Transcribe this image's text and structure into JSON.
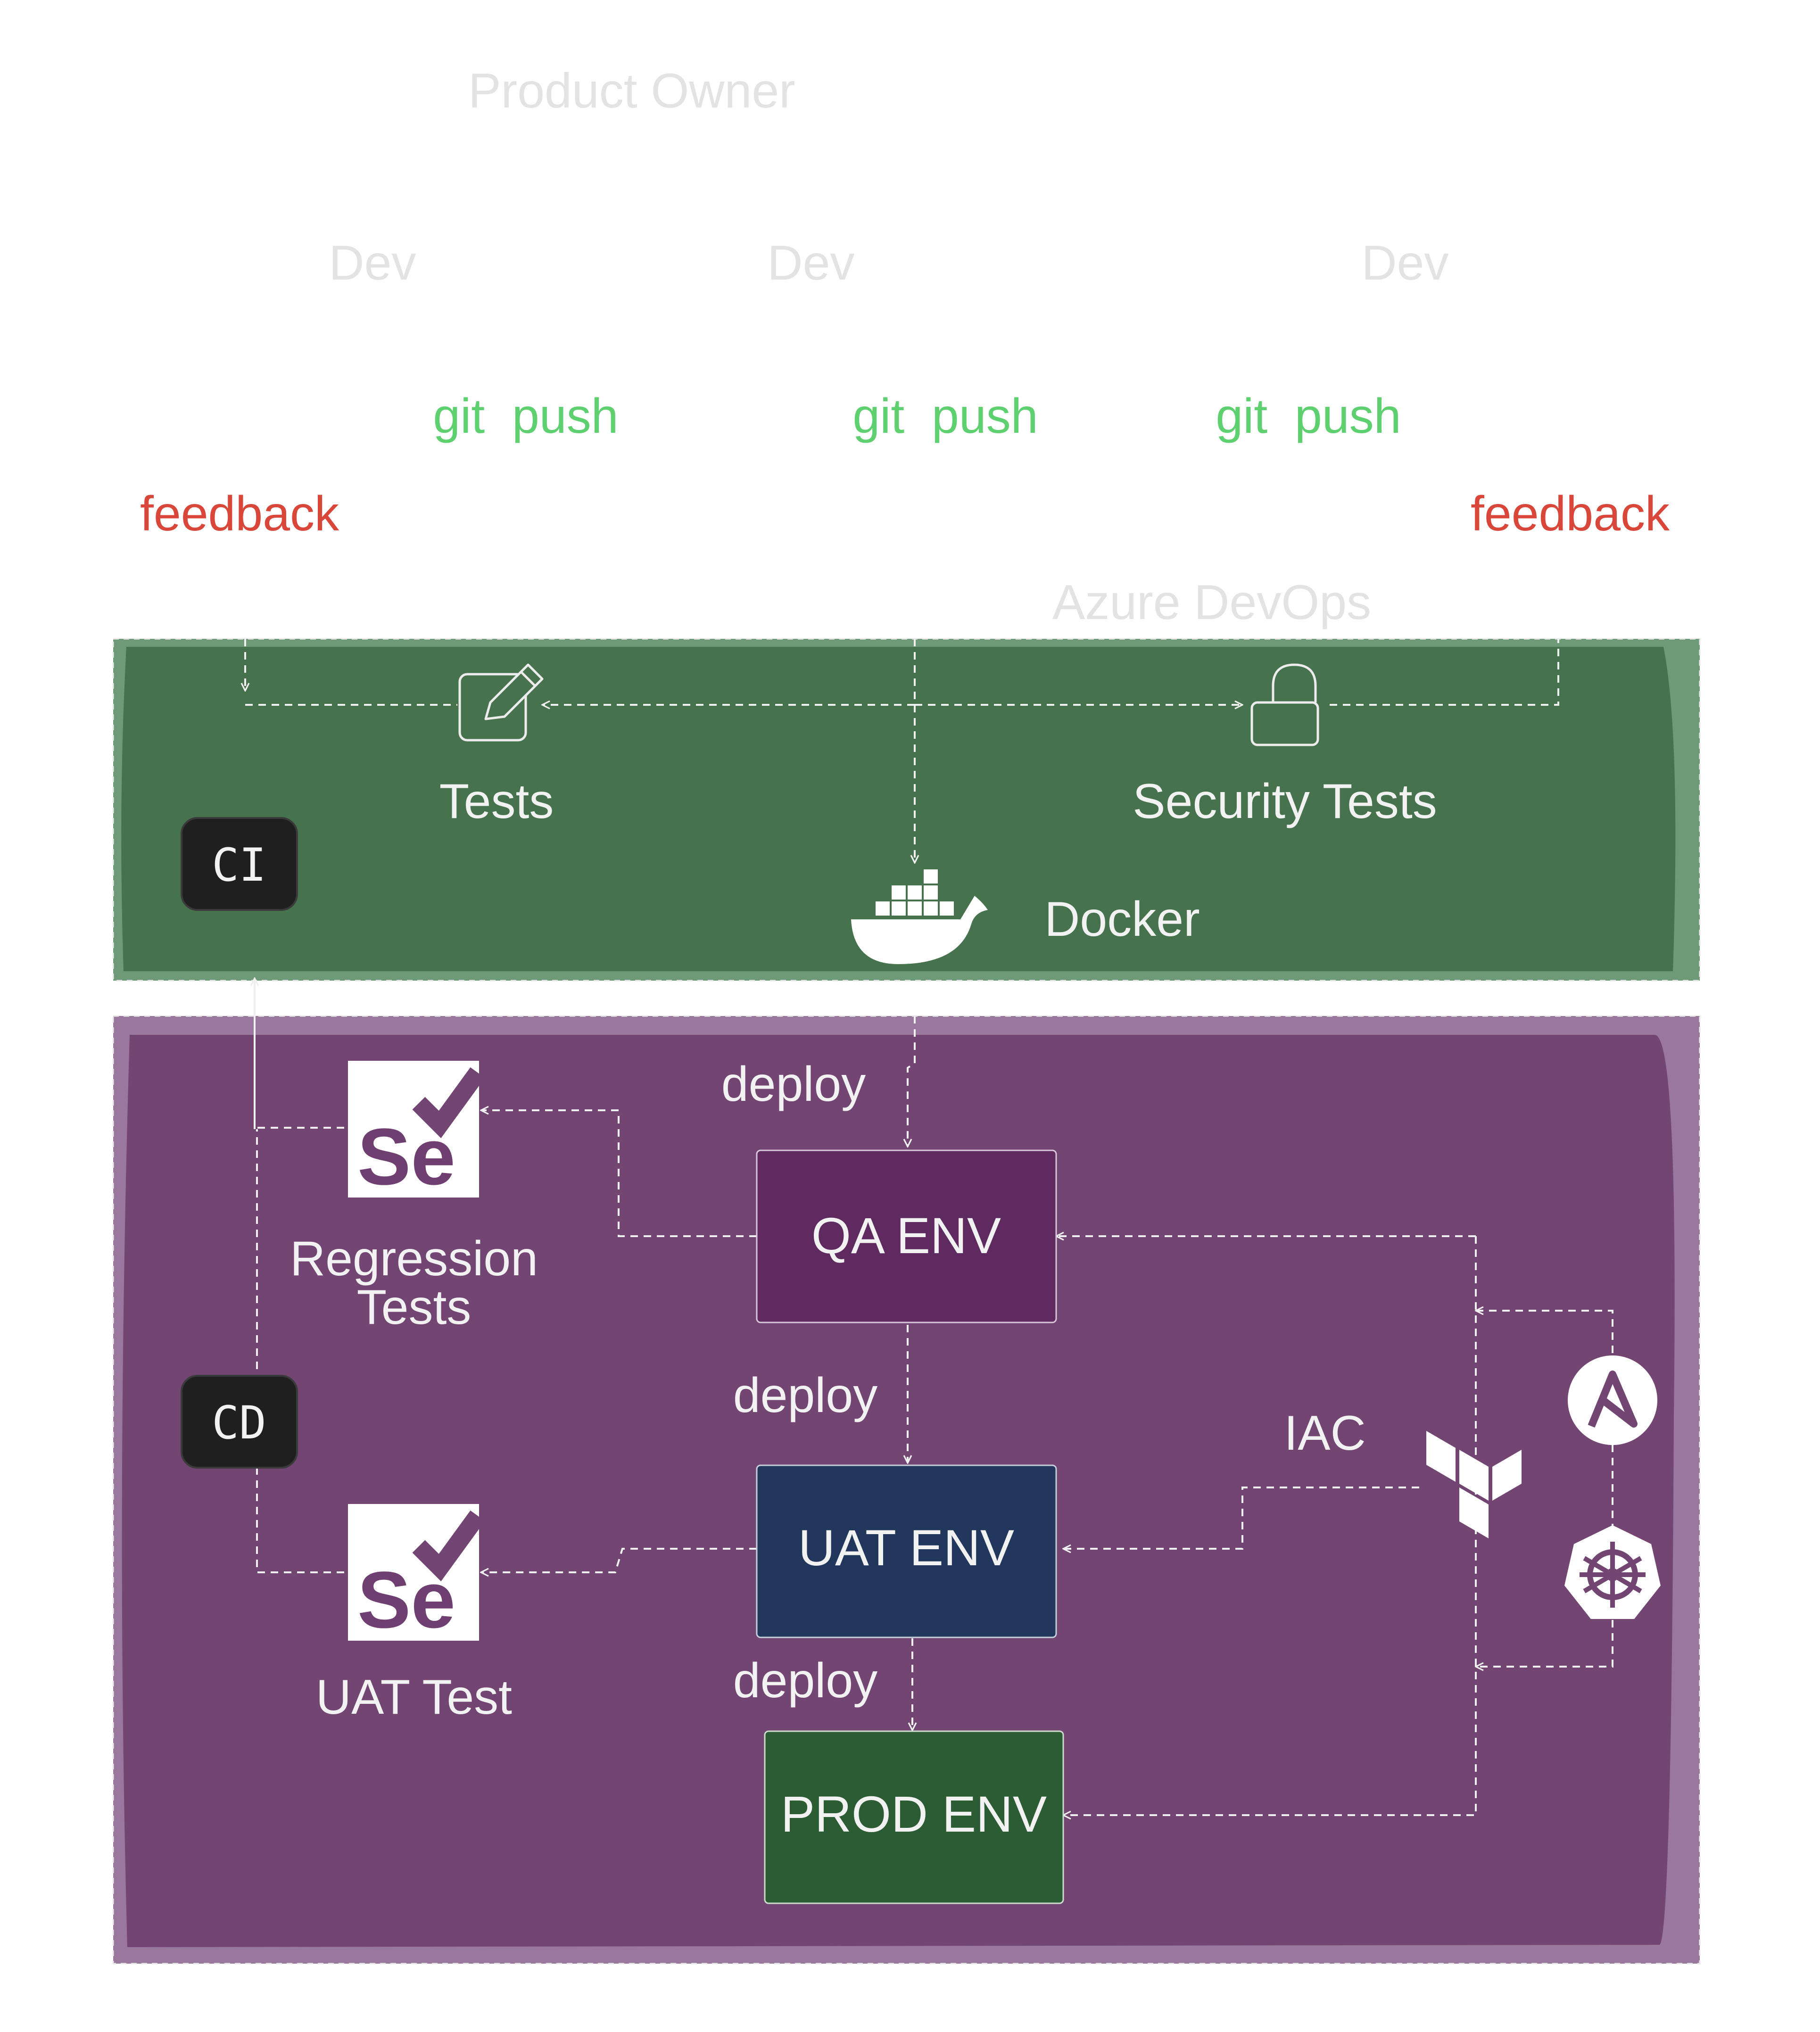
{
  "labels": {
    "product_owner": "Product Owner",
    "dev_1": "Dev",
    "dev_2": "Dev",
    "dev_3": "Dev",
    "git_push_1": "git  push",
    "git_push_2": "git  push",
    "git_push_3": "git  push",
    "feedback_left": "feedback",
    "feedback_right": "feedback",
    "azure_devops": "Azure DevOps"
  },
  "ci": {
    "badge": "CI",
    "tests": "Tests",
    "security_tests": "Security Tests",
    "docker": "Docker"
  },
  "cd": {
    "badge": "CD",
    "deploy_1": "deploy",
    "deploy_2": "deploy",
    "deploy_3": "deploy",
    "qa_env": "QA ENV",
    "uat_env": "UAT ENV",
    "prod_env": "PROD ENV",
    "regression_tests": [
      "Regression",
      "Tests"
    ],
    "uat_test": "UAT Test",
    "iac": "IAC",
    "selenium_logo_text": "Se"
  },
  "colors": {
    "faint_text": "#e3e3e3",
    "git_green": "#5fd06f",
    "feedback_red": "#d9473b",
    "ci_outer": "#6f9a77",
    "ci_inner": "#46734d",
    "cd_outer": "#9a779c",
    "cd_inner": "#724572",
    "qa_box": "#5e2a60",
    "uat_box": "#22375c",
    "prod_box": "#2c5c34",
    "badge": "#1f1f1f",
    "selenium_purple": "#6f3f71",
    "arrow": "#f0f0f0"
  },
  "icons": {
    "edit": "edit-icon",
    "lock": "lock-icon",
    "docker": "docker-icon",
    "selenium": "selenium-icon",
    "ansible": "ansible-icon",
    "kubernetes": "kubernetes-icon",
    "terraform": "terraform-icon"
  }
}
